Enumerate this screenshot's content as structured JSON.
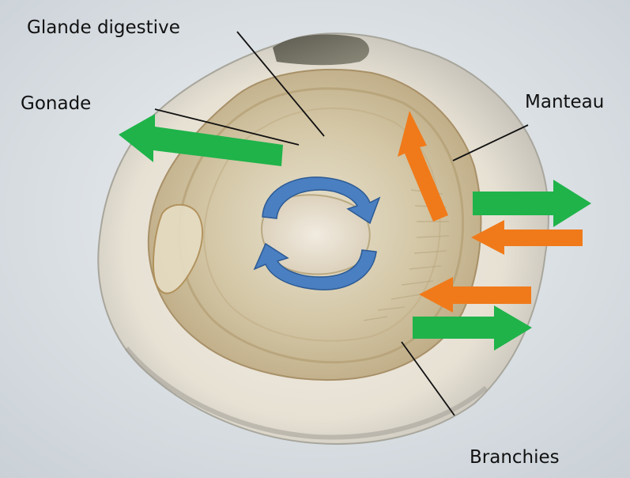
{
  "labels": {
    "glande": "Glande digestive",
    "gonade": "Gonade",
    "manteau": "Manteau",
    "branchies": "Branchies"
  },
  "colors": {
    "green_arrow": "#1fb34a",
    "orange_arrow": "#f07a1a",
    "blue_cycle": "#4a7fc1",
    "blue_cycle_edge": "#2c5a94",
    "leader_line": "#111111",
    "photo_bg": "#dde3e8",
    "shell": "#e4dfd3",
    "flesh": "#cfc2a3",
    "flesh_light": "#e2d9bf"
  },
  "icons": [
    "cycle-arrows-icon",
    "arrow-icon"
  ]
}
